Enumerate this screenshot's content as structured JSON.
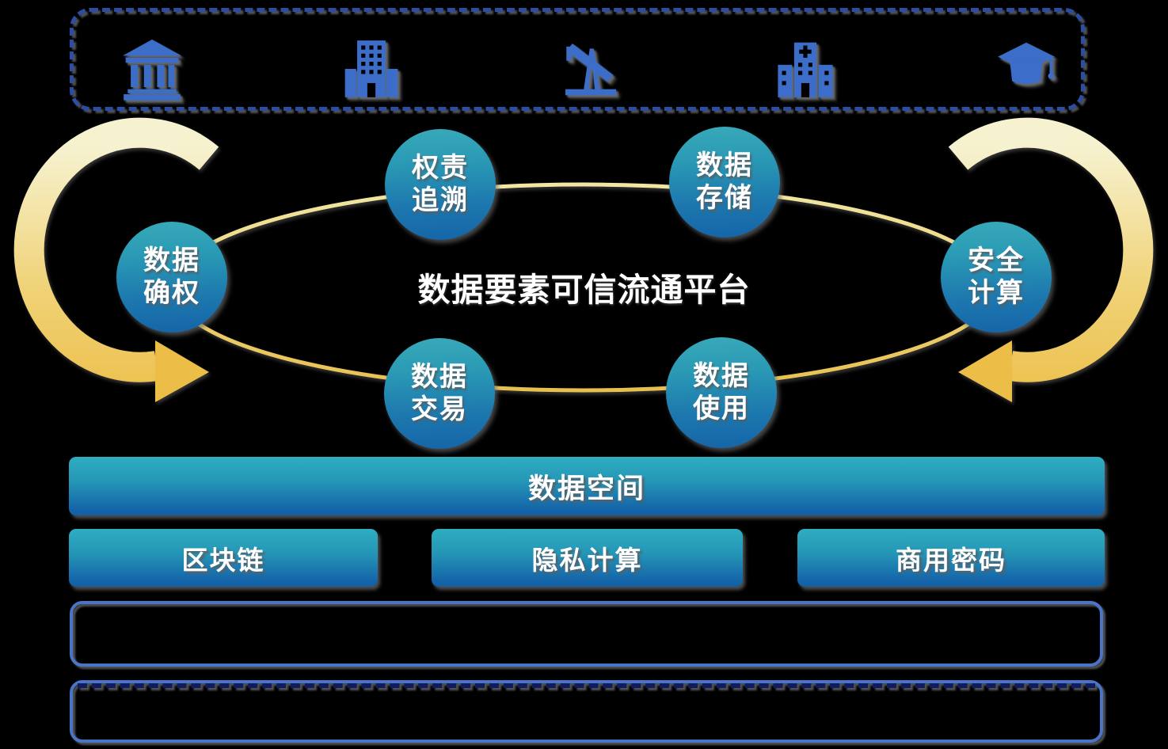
{
  "palette": {
    "background": "#000000",
    "icon_blue": "#3c6dc8",
    "dashed_border_blue": "#2c4da1",
    "outline_border_blue": "#4a74c8",
    "navy_dash": "#111b5e",
    "node_teal_top": "#38a9b9",
    "node_blue_bottom": "#1565a8",
    "gold_light": "#f6f2d0",
    "gold_dark": "#ecbe48",
    "ellipse_gold": "#e9c455",
    "text_white": "#ffffff"
  },
  "top_panel": {
    "icons": [
      {
        "name": "bank"
      },
      {
        "name": "office-building"
      },
      {
        "name": "oil-pumpjack"
      },
      {
        "name": "hospital"
      },
      {
        "name": "graduation-cap"
      }
    ]
  },
  "cycle": {
    "center_title": "数据要素可信流通平台",
    "nodes": [
      {
        "line1": "数据",
        "line2": "确权"
      },
      {
        "line1": "权责",
        "line2": "追溯"
      },
      {
        "line1": "数据",
        "line2": "存储"
      },
      {
        "line1": "安全",
        "line2": "计算"
      },
      {
        "line1": "数据",
        "line2": "交易"
      },
      {
        "line1": "数据",
        "line2": "使用"
      }
    ]
  },
  "platform": {
    "banner_label": "数据空间",
    "tech_boxes": [
      {
        "label": "区块链"
      },
      {
        "label": "隐私计算"
      },
      {
        "label": "商用密码"
      }
    ]
  }
}
